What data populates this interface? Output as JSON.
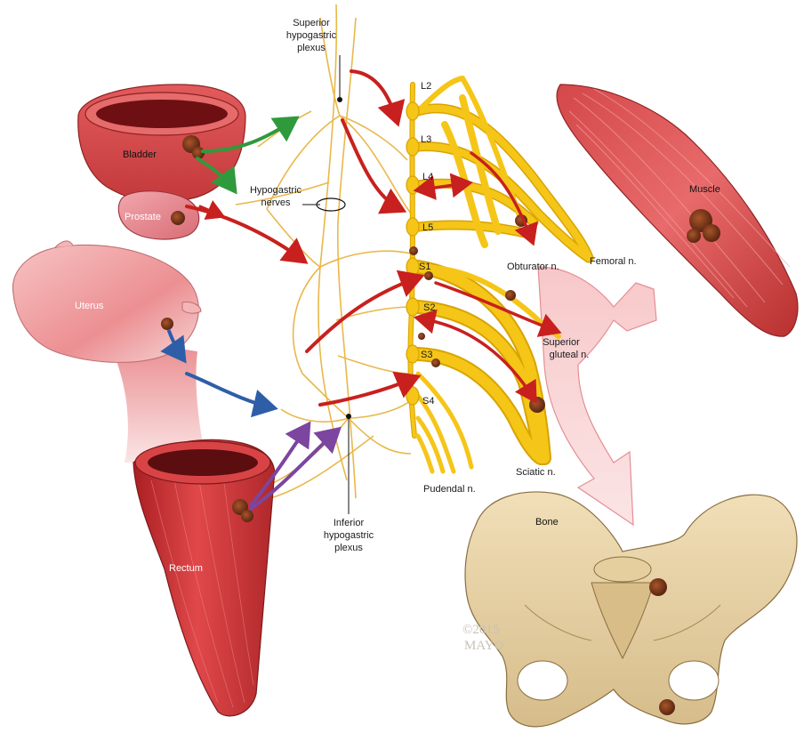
{
  "labels": {
    "superior_plexus": [
      "Superior",
      "hypogastric",
      "plexus"
    ],
    "hypogastric_nerves": [
      "Hypogastric",
      "nerves"
    ],
    "inferior_plexus": [
      "Inferior",
      "hypogastric",
      "plexus"
    ],
    "bladder": "Bladder",
    "prostate": "Prostate",
    "uterus": "Uterus",
    "rectum": "Rectum",
    "muscle": "Muscle",
    "bone": "Bone",
    "obturator": "Obturator n.",
    "femoral": "Femoral n.",
    "superior_gluteal": [
      "Superior",
      "gluteal n."
    ],
    "sciatic": "Sciatic n.",
    "pudendal": "Pudendal n."
  },
  "roots": [
    "L2",
    "L3",
    "L4",
    "L5",
    "S1",
    "S2",
    "S3",
    "S4"
  ],
  "watermark": [
    "©2015",
    "MAYO"
  ],
  "colors": {
    "nerve": "#f5c518",
    "nerve_outline": "#d8a400",
    "plexus_line": "#e9b84a",
    "organ_red": "#c8383a",
    "organ_light": "#f2a0a0",
    "bone": "#e8d2a6",
    "tumor": "#7a3418",
    "arrow_red": "#c8201e",
    "arrow_green": "#2f9a3c",
    "arrow_blue": "#2e5ea8",
    "arrow_purple": "#7c45a0",
    "spread_pink": "#f4b5b8"
  }
}
